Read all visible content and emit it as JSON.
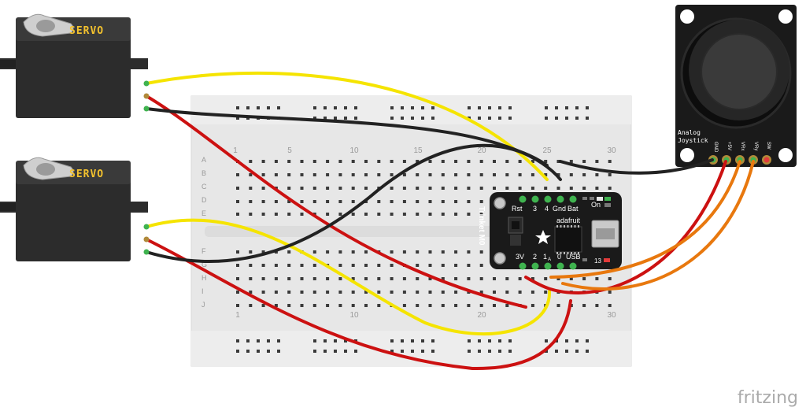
{
  "servos": [
    {
      "label": "SERVO"
    },
    {
      "label": "SERVO"
    }
  ],
  "breadboard": {
    "column_numbers_top": [
      "1",
      "5",
      "10",
      "15",
      "20",
      "25",
      "30"
    ],
    "column_numbers_bottom": [
      "1",
      "10",
      "20",
      "30"
    ],
    "rows_top": [
      "A",
      "B",
      "C",
      "D",
      "E"
    ],
    "rows_bottom": [
      "F",
      "G",
      "H",
      "I",
      "J"
    ]
  },
  "trinket": {
    "name": "Trinket M0",
    "brand": "adafruit",
    "top_pins": [
      "Rst",
      "3",
      "4",
      "Gnd",
      "Bat"
    ],
    "bottom_pins": [
      "3V",
      "2",
      "1",
      "0",
      "USB"
    ],
    "bottom_pin_1_sub": "A",
    "on_label": "On",
    "led_label": "13"
  },
  "joystick": {
    "title_line1": "Analog",
    "title_line2": "Joystick",
    "pins": [
      "GND",
      "+5V",
      "VRx",
      "VRy",
      "SW"
    ]
  },
  "branding": {
    "text": "fritzing"
  },
  "colors": {
    "wire_yellow": "#f5e400",
    "wire_red": "#cc1111",
    "wire_black": "#222222",
    "wire_orange": "#e8780e",
    "board_black": "#1a1a1a",
    "servo_body": "#2c2c2c",
    "servo_arm": "#d0d0d0",
    "breadboard": "#ececec"
  }
}
